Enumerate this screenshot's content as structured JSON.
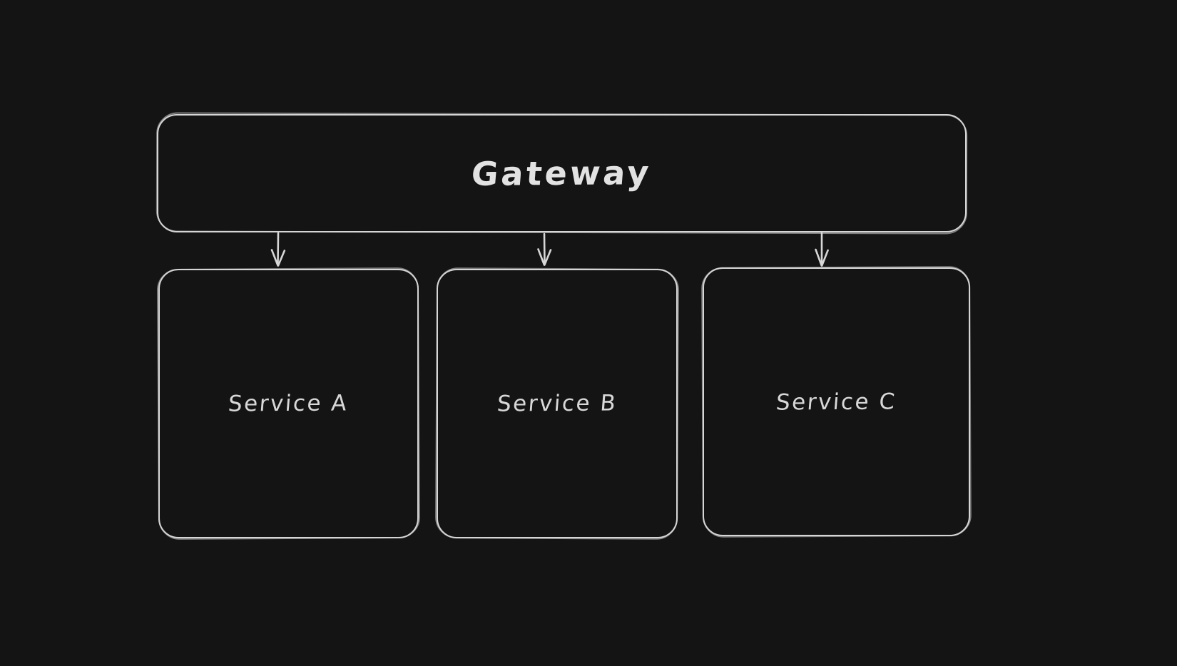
{
  "diagram": {
    "style": "hand-drawn-sketch-dark",
    "background_color": "#141414",
    "stroke_color": "#d6d6d6",
    "text_color": "#dadada",
    "nodes": [
      {
        "id": "gateway",
        "label": "Gateway"
      },
      {
        "id": "service-a",
        "label": "Service A"
      },
      {
        "id": "service-b",
        "label": "Service B"
      },
      {
        "id": "service-c",
        "label": "Service C"
      }
    ],
    "edges": [
      {
        "from": "gateway",
        "to": "service-a",
        "arrowhead": "down"
      },
      {
        "from": "gateway",
        "to": "service-b",
        "arrowhead": "down"
      },
      {
        "from": "gateway",
        "to": "service-c",
        "arrowhead": "down"
      }
    ]
  }
}
